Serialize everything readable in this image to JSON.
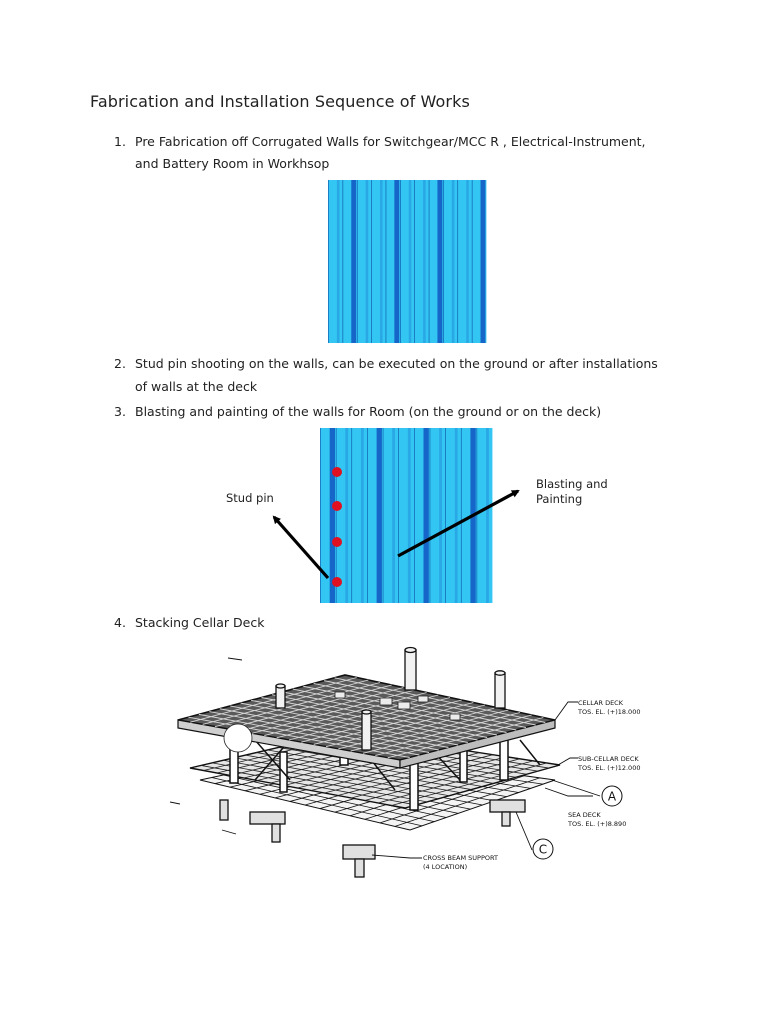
{
  "document": {
    "title": "Fabrication and Installation Sequence of Works",
    "steps": [
      {
        "number": "1.",
        "line1": "Pre Fabrication off Corrugated Walls for Switchgear/MCC R , Electrical-Instrument,",
        "line2": "and Battery Room in Workhsop"
      },
      {
        "number": "2.",
        "line1": "Stud pin shooting on the walls, can be executed on the ground or after installations",
        "line2": "of walls at the deck"
      },
      {
        "number": "3.",
        "line1": "Blasting and painting of the walls for Room (on the ground or on the deck)"
      },
      {
        "number": "4.",
        "line1": "Stacking Cellar Deck"
      }
    ],
    "figure2": {
      "stud_pin_label": "Stud pin",
      "blasting_label_line1": "Blasting and",
      "blasting_label_line2": "Painting"
    },
    "figure3": {
      "cellar_deck": "CELLAR DECK",
      "cellar_deck_el": "TOS. EL. (+)18.000",
      "sub_cellar_deck": "SUB-CELLAR DECK",
      "sub_cellar_deck_el": "TOS. EL. (+)12.000",
      "sea_deck": "SEA DECK",
      "sea_deck_el": "TOS. EL. (+)8.890",
      "cross_beam": "CROSS BEAM SUPPORT",
      "cross_beam_loc": "(4 LOCATION)",
      "grid_a": "A",
      "grid_c": "C"
    },
    "colors": {
      "panel_light": "#33c6f2",
      "panel_dark": "#1566c8",
      "panel_mid": "#2aa8e6",
      "stud_dot": "#e01020"
    }
  }
}
